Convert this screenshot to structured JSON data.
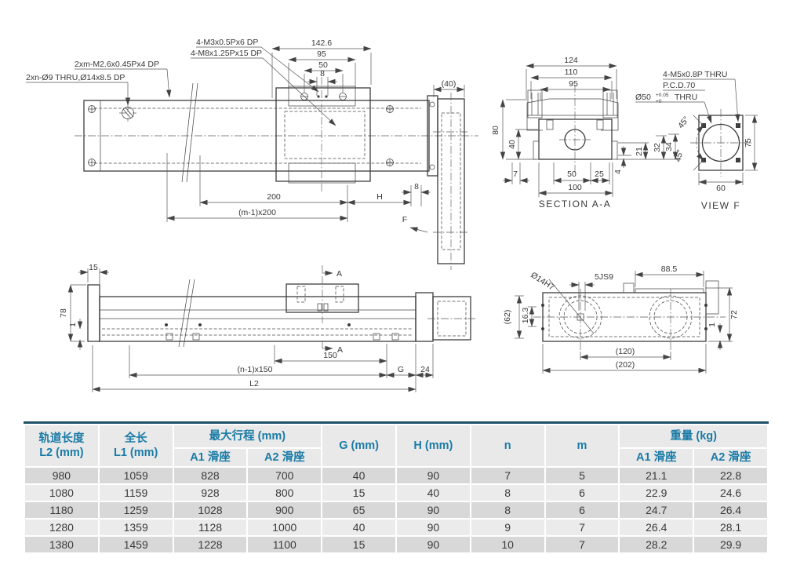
{
  "colors": {
    "header_text": "#1a7ba6",
    "table_top_border": "#1e4f68",
    "row_dark": "#d8d8d8",
    "row_light": "#ebebeb",
    "header_bg": "#e9e9e9",
    "drawing_line": "#3d3d3d"
  },
  "plan": {
    "callout_m3": "4-M3x0.5Px6 DP",
    "callout_m8": "4-M8x1.25Px15 DP",
    "callout_m26": "2xm-M2.6x0.45Px4 DP",
    "callout_o9": "2xn-Ø9 THRU,Ø14x8.5 DP",
    "dim_142_6": "142.6",
    "dim_95": "95",
    "dim_50": "50",
    "dim_8_top": "8",
    "dim_40": "(40)",
    "dim_200": "200",
    "dim_m1x200": "(m-1)x200",
    "dim_h": "H",
    "dim_8_right": "8",
    "view_f_arrow": "F"
  },
  "section_aa": {
    "title": "SECTION A-A",
    "dim_124": "124",
    "dim_110": "110",
    "dim_95": "95",
    "dim_80": "80",
    "dim_40": "40",
    "dim_7": "7",
    "dim_50": "50",
    "dim_25": "25",
    "dim_100": "100",
    "dim_21": "21",
    "dim_32": "32",
    "dim_34": "34",
    "dim_4": "4"
  },
  "view_f": {
    "title": "VIEW F",
    "callout_m5": "4-M5x0.8P THRU",
    "callout_pcd": "P.C.D.70",
    "bore": "Ø50",
    "tol_upper": "+0.05",
    "tol_lower": "+0",
    "thru": "THRU",
    "angle1": "45°",
    "angle2": "45°",
    "dim_75": "75",
    "dim_60": "60"
  },
  "side": {
    "dim_15": "15",
    "dim_78": "78",
    "dim_1": "1",
    "section_a_top": "A",
    "section_a_bottom": "A",
    "dim_150": "150",
    "dim_n1x150": "(n-1)x150",
    "dim_g": "G",
    "dim_24": "24",
    "dim_l2": "L2"
  },
  "bottom_view": {
    "callout_o14": "Ø14H7",
    "callout_5js9": "5JS9",
    "dim_88_5": "88.5",
    "dim_62": "(62)",
    "dim_16_3": "16.3",
    "dim_120": "(120)",
    "dim_202": "(202)",
    "dim_72": "72",
    "dim_1": "1"
  },
  "table": {
    "headers": {
      "rail_length_line1": "轨道长度",
      "rail_length_line2": "L2 (mm)",
      "total_length_line1": "全长",
      "total_length_line2": "L1 (mm)",
      "max_stroke": "最大行程 (mm)",
      "a1_slider": "A1 滑座",
      "a2_slider": "A2 滑座",
      "g": "G (mm)",
      "h": "H (mm)",
      "n": "n",
      "m": "m",
      "weight": "重量 (kg)",
      "w_a1_slider": "A1 滑座",
      "w_a2_slider": "A2 滑座"
    },
    "rows": [
      [
        "980",
        "1059",
        "828",
        "700",
        "40",
        "90",
        "7",
        "5",
        "21.1",
        "22.8"
      ],
      [
        "1080",
        "1159",
        "928",
        "800",
        "15",
        "40",
        "8",
        "6",
        "22.9",
        "24.6"
      ],
      [
        "1180",
        "1259",
        "1028",
        "900",
        "65",
        "90",
        "8",
        "6",
        "24.7",
        "26.4"
      ],
      [
        "1280",
        "1359",
        "1128",
        "1000",
        "40",
        "90",
        "9",
        "7",
        "26.4",
        "28.1"
      ],
      [
        "1380",
        "1459",
        "1228",
        "1100",
        "15",
        "90",
        "10",
        "7",
        "28.2",
        "29.9"
      ]
    ]
  }
}
